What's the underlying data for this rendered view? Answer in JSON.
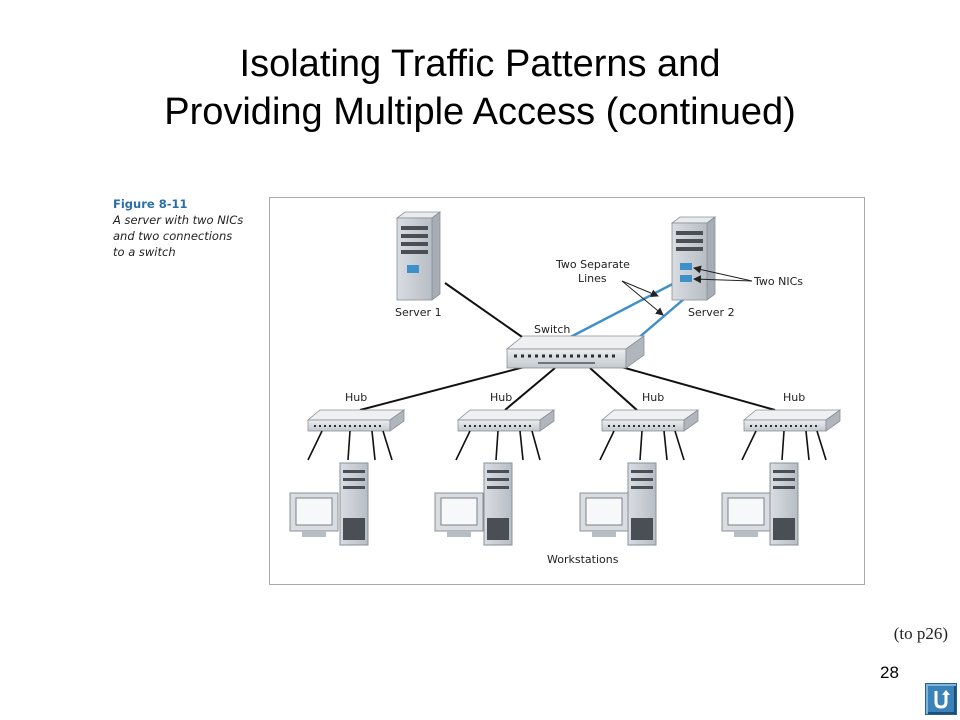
{
  "slide": {
    "title_line1": "Isolating Traffic Patterns and",
    "title_line2": "Providing Multiple Access (continued)",
    "page_number": "28",
    "reference_note": "(to p26)"
  },
  "figure": {
    "label": "Figure 8-11",
    "description_lines": [
      "A server with two NICs",
      "and two connections",
      "to a switch"
    ]
  },
  "diagram": {
    "labels": {
      "server1": "Server 1",
      "server2": "Server 2",
      "switch": "Switch",
      "two_separate_lines_1": "Two Separate",
      "two_separate_lines_2": "Lines",
      "two_nics": "Two NICs",
      "hub": "Hub",
      "workstations": "Workstations"
    },
    "colors": {
      "nic_link": "#3f8fc9",
      "cable": "#111111"
    }
  }
}
